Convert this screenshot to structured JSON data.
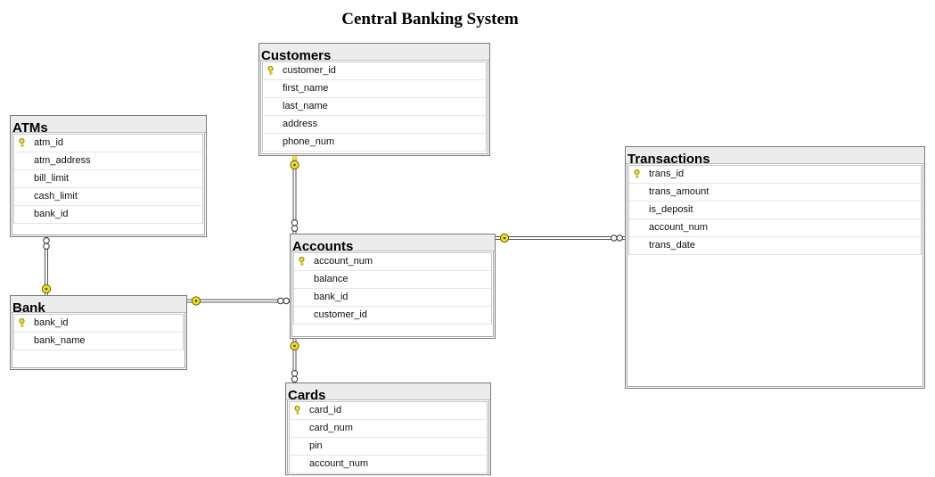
{
  "title": "Central Banking System",
  "tables": {
    "customers": {
      "name": "Customers",
      "columns": [
        "customer_id",
        "first_name",
        "last_name",
        "address",
        "phone_num"
      ],
      "primary_key": "customer_id"
    },
    "atms": {
      "name": "ATMs",
      "columns": [
        "atm_id",
        "atm_address",
        "bill_limit",
        "cash_limit",
        "bank_id"
      ],
      "primary_key": "atm_id"
    },
    "transactions": {
      "name": "Transactions",
      "columns": [
        "trans_id",
        "trans_amount",
        "is_deposit",
        "account_num",
        "trans_date"
      ],
      "primary_key": "trans_id"
    },
    "accounts": {
      "name": "Accounts",
      "columns": [
        "account_num",
        "balance",
        "bank_id",
        "customer_id"
      ],
      "primary_key": "account_num"
    },
    "bank": {
      "name": "Bank",
      "columns": [
        "bank_id",
        "bank_name"
      ],
      "primary_key": "bank_id"
    },
    "cards": {
      "name": "Cards",
      "columns": [
        "card_id",
        "card_num",
        "pin",
        "account_num"
      ],
      "primary_key": "card_id"
    }
  },
  "relationships": [
    {
      "one": "customers",
      "many": "accounts"
    },
    {
      "one": "bank",
      "many": "atms"
    },
    {
      "one": "bank",
      "many": "accounts"
    },
    {
      "one": "accounts",
      "many": "transactions"
    },
    {
      "one": "accounts",
      "many": "cards"
    }
  ],
  "colors": {
    "key_icon": "#f2e21a",
    "connector": "#555555",
    "header_bg": "#ececec"
  }
}
